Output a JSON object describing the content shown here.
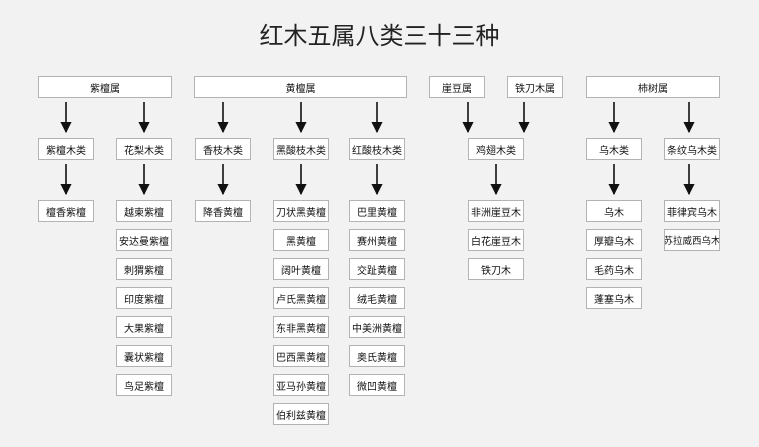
{
  "title": "红木五属八类三十三种",
  "genera": [
    "紫檀属",
    "黄檀属",
    "崖豆属",
    "铁刀木属",
    "柿树属"
  ],
  "classes": [
    "紫檀木类",
    "花梨木类",
    "香枝木类",
    "黑酸枝木类",
    "红酸枝木类",
    "鸡翅木类",
    "乌木类",
    "条纹乌木类"
  ],
  "species": {
    "zitan": [
      "檀香紫檀"
    ],
    "huali": [
      "越柬紫檀",
      "安达曼紫檀",
      "刺猬紫檀",
      "印度紫檀",
      "大果紫檀",
      "囊状紫檀",
      "鸟足紫檀"
    ],
    "xiangzhi": [
      "降香黄檀"
    ],
    "heisuanzhi": [
      "刀状黑黄檀",
      "黑黄檀",
      "阔叶黄檀",
      "卢氏黑黄檀",
      "东非黑黄檀",
      "巴西黑黄檀",
      "亚马孙黄檀",
      "伯利兹黄檀"
    ],
    "hongsuanzhi": [
      "巴里黄檀",
      "赛州黄檀",
      "交趾黄檀",
      "绒毛黄檀",
      "中美洲黄檀",
      "奥氏黄檀",
      "微凹黄檀"
    ],
    "jichi": [
      "非洲崖豆木",
      "白花崖豆木",
      "铁刀木"
    ],
    "wumu": [
      "乌木",
      "厚瓣乌木",
      "毛药乌木",
      "蓬塞乌木"
    ],
    "tiaowen": [
      "菲律宾乌木",
      "苏拉威西乌木"
    ]
  }
}
